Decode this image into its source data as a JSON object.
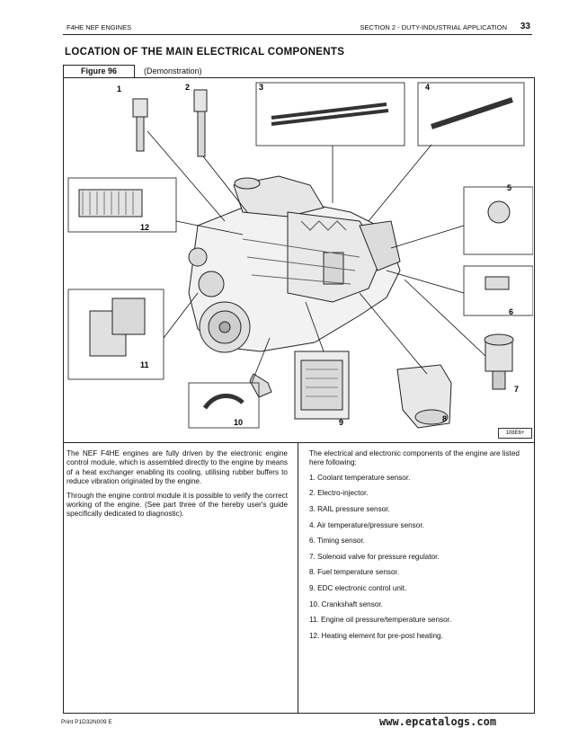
{
  "header": {
    "left": "F4HE NEF ENGINES",
    "right": "SECTION 2 - DUTY-INDUSTRIAL APPLICATION",
    "page_number": "33"
  },
  "section_title": "LOCATION OF THE MAIN ELECTRICAL COMPONENTS",
  "figure": {
    "label": "Figure 96",
    "subtitle": "(Demonstration)",
    "code": "108E6+",
    "callouts": [
      "1",
      "2",
      "3",
      "4",
      "5",
      "6",
      "7",
      "8",
      "9",
      "10",
      "11",
      "12"
    ]
  },
  "left_column": {
    "paragraph_1": "The NEF F4HE engines are fully driven by the electronic engine control module, which is assembled directly to the engine by means of a heat exchanger enabling its cooling, utilising rubber buffers to reduce vibration originated by the engine.",
    "paragraph_2": "Through the engine control module it is possible to verify the correct working of the engine. (See part three of the hereby user's guide specifically dedicated to diagnostic)."
  },
  "right_column": {
    "intro": "The electrical and electronic components of the engine are listed here following:",
    "components": [
      "1.  Coolant temperature sensor.",
      "2.  Electro-injector.",
      "3.  RAIL pressure sensor.",
      "4.  Air temperature/pressure sensor.",
      "6.  Timing sensor.",
      "7.  Solenoid valve for pressure regulator.",
      "8.  Fuel temperature sensor.",
      "9.  EDC electronic control unit.",
      "10. Crankshaft sensor.",
      "11. Engine oil pressure/temperature sensor.",
      "12. Heating element for pre-post heating."
    ]
  },
  "footer": {
    "left": "Print P1D32N009 E",
    "right": "www.epcatalogs.com"
  }
}
